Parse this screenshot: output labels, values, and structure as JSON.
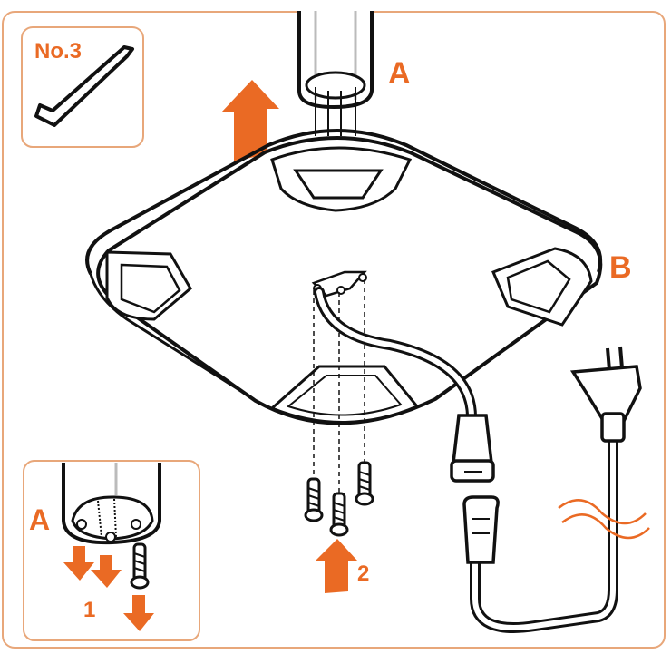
{
  "tool": {
    "label": "No.3",
    "icon": "hex-key-icon"
  },
  "labels": {
    "tube": "A",
    "base": "B",
    "inset_tube": "A",
    "step_1": "1",
    "step_2": "2"
  },
  "colors": {
    "accent": "#ea6a24",
    "frame": "#e8a77a",
    "line": "#111111"
  }
}
